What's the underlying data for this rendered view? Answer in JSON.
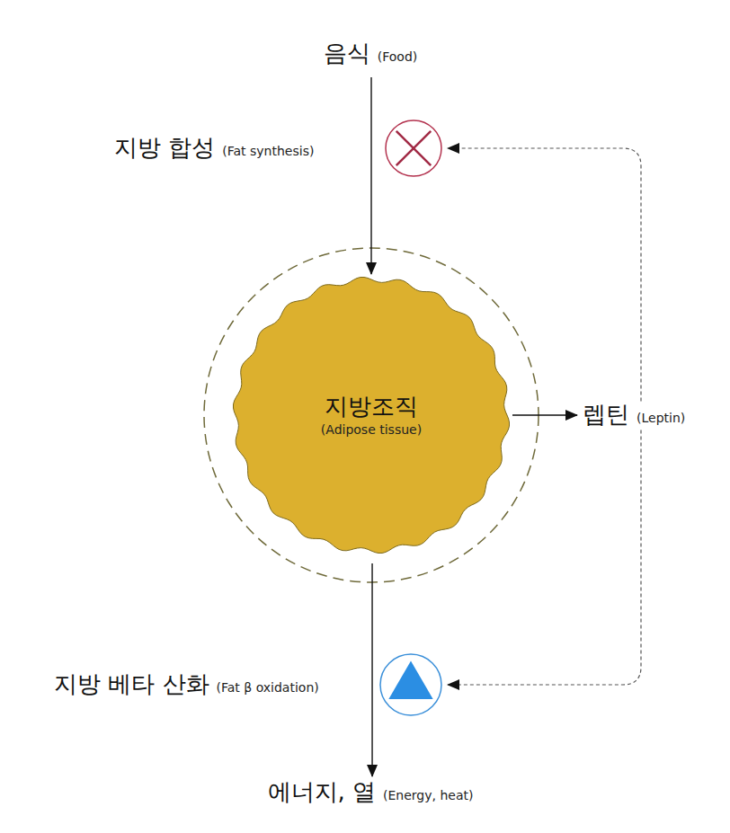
{
  "diagram": {
    "nodes": [
      {
        "text": [
          "음식",
          "(Food)"
        ]
      },
      {
        "text": [
          "지방 합성",
          "(Fat synthesis)"
        ]
      },
      {
        "text": [
          "지방조직",
          "(Adipose tissue)"
        ]
      },
      {
        "text": [
          "렙틴",
          "(Leptin)"
        ]
      },
      {
        "text": [
          "지방 베타 산화",
          "(Fat β oxidation)"
        ]
      },
      {
        "text": [
          "에너지, 열",
          "(Energy, heat)"
        ]
      }
    ],
    "edges": [
      {
        "from": 0,
        "to": 2,
        "arrow": "to"
      },
      {
        "from": 2,
        "to": 3,
        "arrow": "to"
      },
      {
        "from": 3,
        "to": 1,
        "arrow": "to"
      },
      {
        "from": 3,
        "to": 4,
        "arrow": "to"
      },
      {
        "from": 2,
        "to": 5,
        "arrow": "to"
      }
    ]
  }
}
